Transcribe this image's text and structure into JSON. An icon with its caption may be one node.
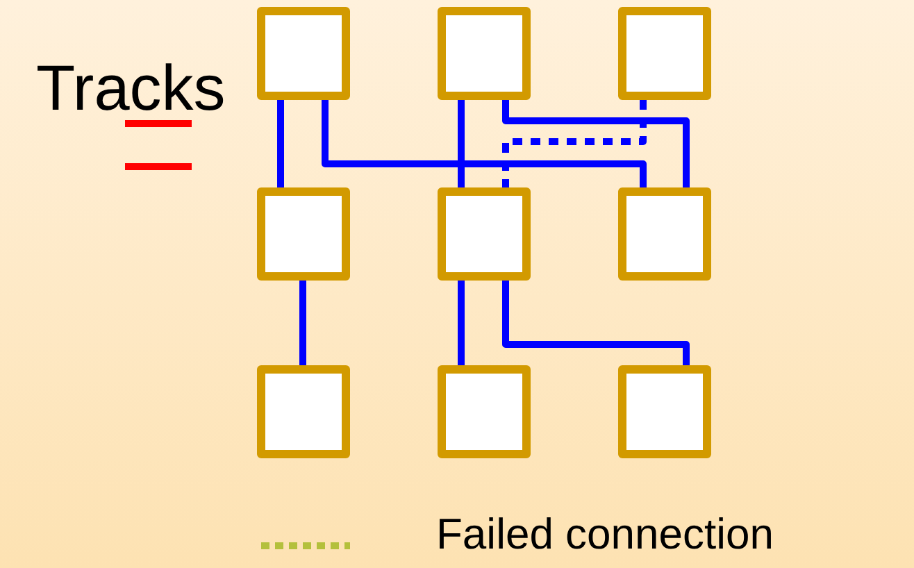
{
  "diagram": {
    "nodes": [
      {
        "text": [],
        "shape": "box"
      },
      {
        "text": [],
        "shape": "box"
      },
      {
        "text": [],
        "shape": "box"
      },
      {
        "text": [],
        "shape": "box"
      },
      {
        "text": [],
        "shape": "box"
      },
      {
        "text": [],
        "shape": "box"
      },
      {
        "text": [],
        "shape": "box"
      },
      {
        "text": [],
        "shape": "box"
      },
      {
        "text": [],
        "shape": "box"
      }
    ],
    "edges": [
      {
        "from": 0,
        "to": 3,
        "arrow": "none"
      },
      {
        "from": 0,
        "to": 5,
        "arrow": "none"
      },
      {
        "from": 1,
        "to": 4,
        "arrow": "none"
      },
      {
        "from": 1,
        "to": 5,
        "arrow": "none"
      },
      {
        "from": 2,
        "to": 4,
        "arrow": "none",
        "style": "dashed"
      },
      {
        "from": 3,
        "to": 6,
        "arrow": "none"
      },
      {
        "from": 4,
        "to": 7,
        "arrow": "none"
      },
      {
        "from": 4,
        "to": 8,
        "arrow": "none"
      }
    ],
    "labels": [
      "Tracks"
    ],
    "legend": [
      {
        "text": "Failed connection"
      }
    ]
  }
}
